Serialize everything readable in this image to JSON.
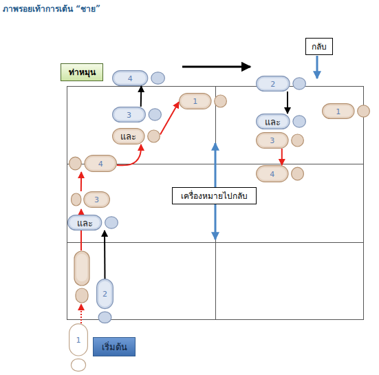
{
  "diagram": {
    "title": "ภาพรอยเท้าการเต้น “ชาย”",
    "nodes": [
      {
        "text": [
          "ท่าหมุน"
        ]
      },
      {
        "text": [
          "กลับ"
        ]
      },
      {
        "text": [
          "4"
        ]
      },
      {
        "text": [
          "2"
        ]
      },
      {
        "text": [
          "1"
        ]
      },
      {
        "text": [
          "1"
        ]
      },
      {
        "text": [
          "3"
        ]
      },
      {
        "text": [
          "และ"
        ]
      },
      {
        "text": [
          "และ"
        ]
      },
      {
        "text": [
          "3"
        ]
      },
      {
        "text": [
          "4"
        ]
      },
      {
        "text": [
          "4"
        ]
      },
      {
        "text": [
          "เครื่องหมายไปกลับ"
        ]
      },
      {
        "text": [
          "3"
        ]
      },
      {
        "text": [
          "และ"
        ]
      },
      {
        "text": [
          "2"
        ]
      },
      {
        "text": [
          "1"
        ]
      },
      {
        "text": [
          "เริ่มต้น"
        ]
      }
    ],
    "edges": [
      {
        "from": 15,
        "to": 14,
        "arrow": "to"
      },
      {
        "from": 13,
        "to": 10,
        "arrow": "to"
      },
      {
        "from": 10,
        "to": 8,
        "arrow": "to"
      },
      {
        "from": 8,
        "to": 4,
        "arrow": "to"
      },
      {
        "from": 6,
        "to": 2,
        "arrow": "to"
      },
      {
        "from": 3,
        "to": 7,
        "arrow": "to"
      },
      {
        "from": 9,
        "to": 11,
        "arrow": "to"
      }
    ]
  }
}
